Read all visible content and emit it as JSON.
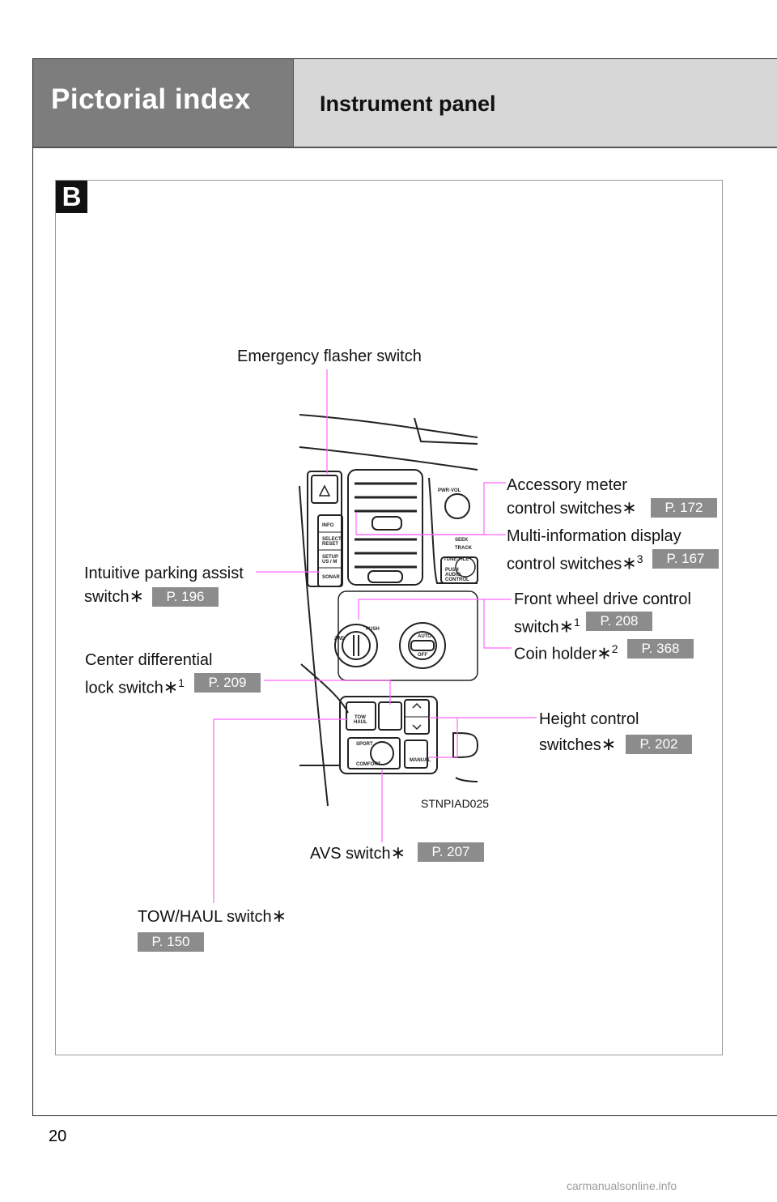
{
  "header": {
    "section": "Pictorial index",
    "title": "Instrument panel"
  },
  "badge": "B",
  "image_id": "STNPIAD025",
  "callouts": {
    "emergency": {
      "label": "Emergency flasher switch"
    },
    "accessory": {
      "line1": "Accessory meter",
      "line2": "control switches",
      "star": "∗",
      "page": "P. 172"
    },
    "multi": {
      "line1": "Multi-information display",
      "line2": "control switches",
      "star": "∗",
      "sup": "3",
      "page": "P. 167"
    },
    "parking": {
      "line1": "Intuitive parking assist",
      "line2": "switch",
      "star": "∗",
      "page": "P. 196"
    },
    "front_wheel": {
      "line1": "Front wheel drive control",
      "line2": "switch",
      "star": "∗",
      "sup": "1",
      "page": "P. 208"
    },
    "coin": {
      "label": "Coin holder",
      "star": "∗",
      "sup": "2",
      "page": "P. 368"
    },
    "center_diff": {
      "line1": "Center differential",
      "line2": "lock switch",
      "star": "∗",
      "sup": "1",
      "page": "P. 209"
    },
    "height": {
      "line1": "Height control",
      "line2": "switches",
      "star": "∗",
      "page": "P. 202"
    },
    "avs": {
      "label": "AVS switch",
      "star": "∗",
      "page": "P. 207"
    },
    "towhaul": {
      "label": "TOW/HAUL switch",
      "star": "∗",
      "page": "P. 150"
    }
  },
  "panel_labels": {
    "info": "INFO",
    "select": "SELECT",
    "reset": "RESET",
    "setup": "SETUP",
    "us_m": "US / M",
    "sonar": "SONAR",
    "pwr_vol": "PWR·VOL",
    "seek": "SEEK",
    "track": "TRACK",
    "tune_file": "TUNE·FILE",
    "push_audio": "PUSH",
    "audio": "AUDIO",
    "control": "CONTROL",
    "auto": "AUTO",
    "off": "OFF",
    "tow": "TOW",
    "haul": "HAUL",
    "sport": "SPORT",
    "comfort": "COMFORT",
    "manual": "MANUAL",
    "push": "PUSH",
    "fourwd": "2WD"
  },
  "page_number": "20",
  "watermark": "carmanualsonline.info",
  "colors": {
    "header_dark": "#7d7d7d",
    "header_light": "#d7d7d7",
    "leader": "#ff66ff",
    "page_ref": "#8c8c8c"
  }
}
